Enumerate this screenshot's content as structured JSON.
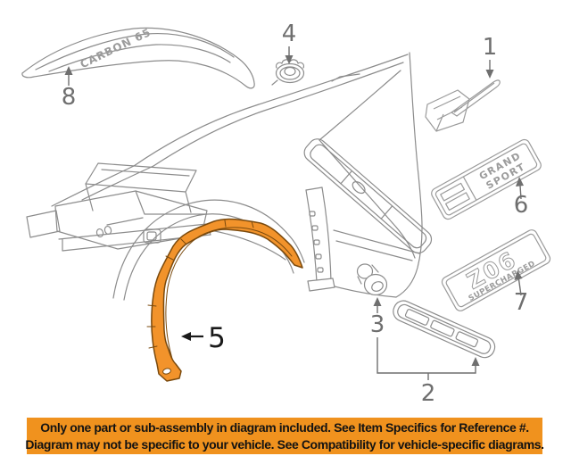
{
  "diagram": {
    "callouts": {
      "c1": "1",
      "c2": "2",
      "c3": "3",
      "c4": "4",
      "c5": "5",
      "c6": "6",
      "c7": "7",
      "c8": "8"
    },
    "emblems": {
      "carbon_spear": "CARBON 65",
      "grand_sport_line1": "GRAND",
      "grand_sport_line2": "SPORT",
      "z06": "Z06",
      "supercharged": "SUPERCHARGED"
    },
    "colors": {
      "highlight_fill": "#F2932B",
      "highlight_outline": "#7A4A0E",
      "line_art": "#8C8C8C",
      "callout_label": "#6F6F6F",
      "callout5_label": "#1A1A1A"
    }
  },
  "banner": {
    "line1": "Only one part or sub-assembly in diagram included. See Item Specifics for Reference #.",
    "line2": "Diagram may not be specific to your vehicle. See Compatibility for vehicle-specific diagrams.",
    "background_color": "#F0921E",
    "text_color": "#131313"
  }
}
